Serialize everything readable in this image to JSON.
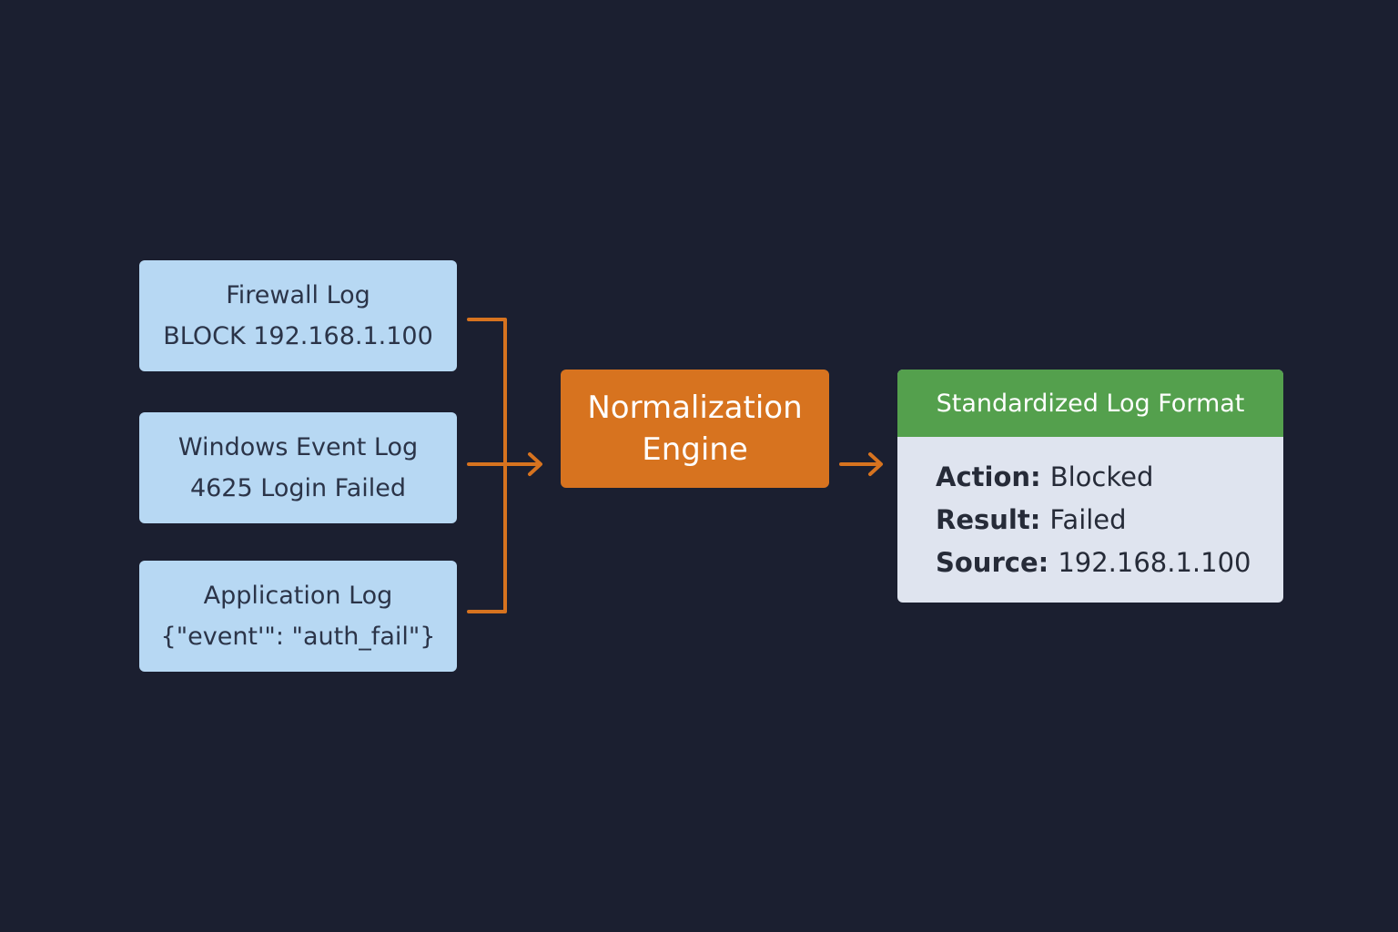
{
  "colors": {
    "background": "#1b1f30",
    "source_box": "#b7d8f3",
    "engine": "#d7731f",
    "arrow": "#d7731f",
    "output_header": "#54a04d",
    "output_body": "#dfe4ef"
  },
  "sources": [
    {
      "title": "Firewall Log",
      "sample": "BLOCK 192.168.1.100"
    },
    {
      "title": "Windows Event Log",
      "sample": "4625 Login Failed"
    },
    {
      "title": "Application Log",
      "sample": "{\"event'\": \"auth_fail\"}"
    }
  ],
  "engine": {
    "line1": "Normalization",
    "line2": "Engine"
  },
  "output": {
    "title": "Standardized Log Format",
    "fields": [
      {
        "key": "Action:",
        "value": "Blocked"
      },
      {
        "key": "Result:",
        "value": "Failed"
      },
      {
        "key": "Source:",
        "value": "192.168.1.100"
      }
    ]
  }
}
